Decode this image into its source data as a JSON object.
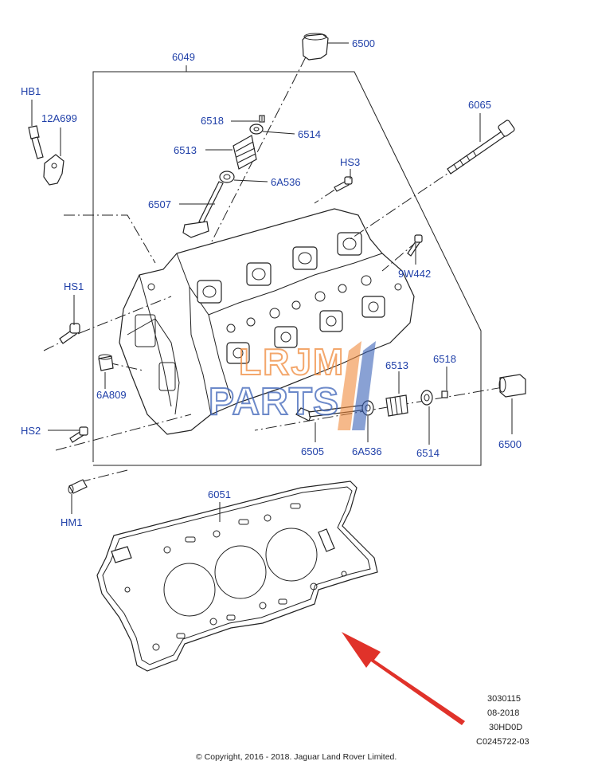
{
  "callouts": {
    "cylinder_head": "6049",
    "valve_tappet_top": "6500",
    "valve_tappet_right": "6500",
    "valve_collet_top": "6518",
    "valve_collet_right": "6518",
    "spring_retainer_top": "6514",
    "spring_retainer_right": "6514",
    "valve_spring_top": "6513",
    "valve_spring_right": "6513",
    "valve_stem_seal_top": "6A536",
    "valve_stem_seal_right": "6A536",
    "intake_valve": "6507",
    "exhaust_valve": "6505",
    "head_bolt": "6065",
    "bolt_hb1": "HB1",
    "bracket_12a699": "12A699",
    "bolt_hs1": "HS1",
    "bolt_hs2": "HS2",
    "bolt_hs3": "HS3",
    "bolt_9w442": "9W442",
    "plug_6a809": "6A809",
    "dowel_hm1": "HM1",
    "head_gasket": "6051"
  },
  "reference": {
    "line1": "3030115",
    "line2": "08-2018",
    "line3": "30HD0D",
    "line4": "C0245722-03"
  },
  "copyright": "© Copyright, 2016 - 2018. Jaguar Land Rover Limited.",
  "watermark": {
    "line1": "LRJM",
    "line2": "PARTS"
  },
  "colors": {
    "callout_text": "#1f3fa8",
    "line_art": "#222222",
    "arrow": "#e0322a",
    "watermark_orange": "#f08a3c",
    "watermark_blue": "#3b62b8"
  }
}
